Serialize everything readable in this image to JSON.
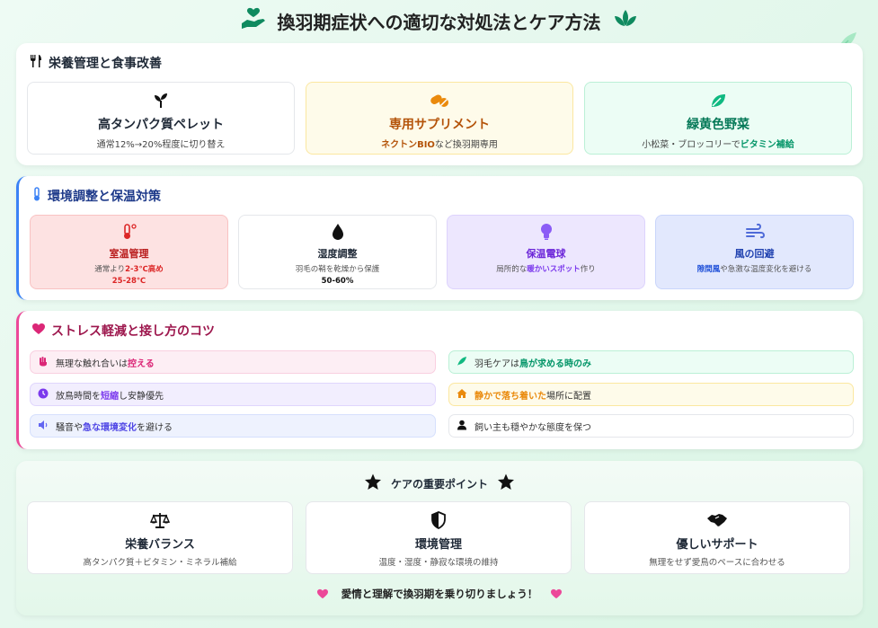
{
  "header": {
    "title": "換羽期症状への適切な対処法とケア方法"
  },
  "nutrition": {
    "heading": "栄養管理と食事改善",
    "items": [
      {
        "title": "高タンパク質ペレット",
        "sub_a": "通常12%→20%程度に切り替え",
        "sub_b": "",
        "sub_c": ""
      },
      {
        "title": "専用サプリメント",
        "sub_a": "",
        "sub_b": "ネクトンBIO",
        "sub_c": "など換羽期専用"
      },
      {
        "title": "緑黄色野菜",
        "sub_a": "小松菜・ブロッコリーで",
        "sub_b": "ビタミン補給",
        "sub_c": ""
      }
    ]
  },
  "environment": {
    "heading": "環境調整と保温対策",
    "items": [
      {
        "title": "室温管理",
        "sub_a": "通常より",
        "sub_b": "2-3℃高め",
        "sub_c": "",
        "extra": "25-28℃"
      },
      {
        "title": "湿度調整",
        "sub_a": "羽毛の鞘を乾燥から保護",
        "sub_b": "",
        "sub_c": "",
        "extra": "50-60%"
      },
      {
        "title": "保温電球",
        "sub_a": "局所的な",
        "sub_b": "暖かいスポット",
        "sub_c": "作り",
        "extra": ""
      },
      {
        "title": "風の回避",
        "sub_a": "",
        "sub_b": "隙間風",
        "sub_c": "や急激な温度変化を避ける",
        "extra": ""
      }
    ]
  },
  "stress": {
    "heading": "ストレス軽減と接し方のコツ",
    "items": [
      {
        "a": "無理な触れ合いは",
        "b": "控える",
        "c": ""
      },
      {
        "a": "羽毛ケアは",
        "b": "鳥が求める時のみ",
        "c": ""
      },
      {
        "a": "放鳥時間を",
        "b": "短縮",
        "c": "し安静優先"
      },
      {
        "a": "",
        "b": "静かで落ち着いた",
        "c": "場所に配置"
      },
      {
        "a": "騒音や",
        "b": "急な環境変化",
        "c": "を避ける"
      },
      {
        "a": "飼い主も穏やかな態度を保つ",
        "b": "",
        "c": ""
      }
    ]
  },
  "points": {
    "heading": "ケアの重要ポイント",
    "items": [
      {
        "title": "栄養バランス",
        "sub": "高タンパク質＋ビタミン・ミネラル補給"
      },
      {
        "title": "環境管理",
        "sub": "温度・湿度・静寂な環境の維持"
      },
      {
        "title": "優しいサポート",
        "sub": "無理をせず愛鳥のペースに合わせる"
      }
    ],
    "footer": "愛情と理解で換羽期を乗り切りましょう！"
  },
  "colors": {
    "green": "#10b981",
    "blue": "#3b82f6",
    "pink": "#db2777",
    "orange": "#ea8a0c",
    "purple": "#7c3aed"
  }
}
